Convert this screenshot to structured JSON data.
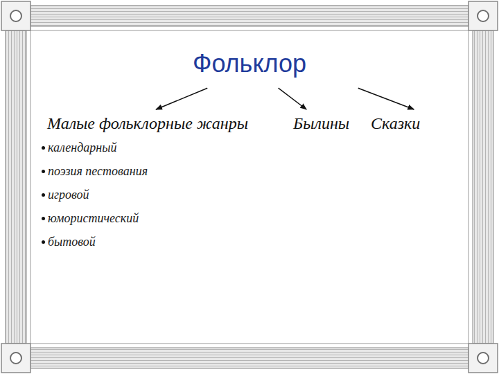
{
  "diagram": {
    "title": "Фольклор",
    "nodes": [
      {
        "text": [
          "Фольклор"
        ]
      },
      {
        "text": [
          "Малые фольклорные жанры"
        ]
      },
      {
        "text": [
          "Былины"
        ]
      },
      {
        "text": [
          "Сказки"
        ]
      }
    ],
    "edges": [
      {
        "from": 0,
        "to": 1,
        "arrow": "to"
      },
      {
        "from": 0,
        "to": 2,
        "arrow": "to"
      },
      {
        "from": 0,
        "to": 3,
        "arrow": "to"
      }
    ],
    "labels": [
      "календарный",
      "поэзия пестования",
      "игровой",
      "юмористический",
      "бытовой"
    ]
  }
}
